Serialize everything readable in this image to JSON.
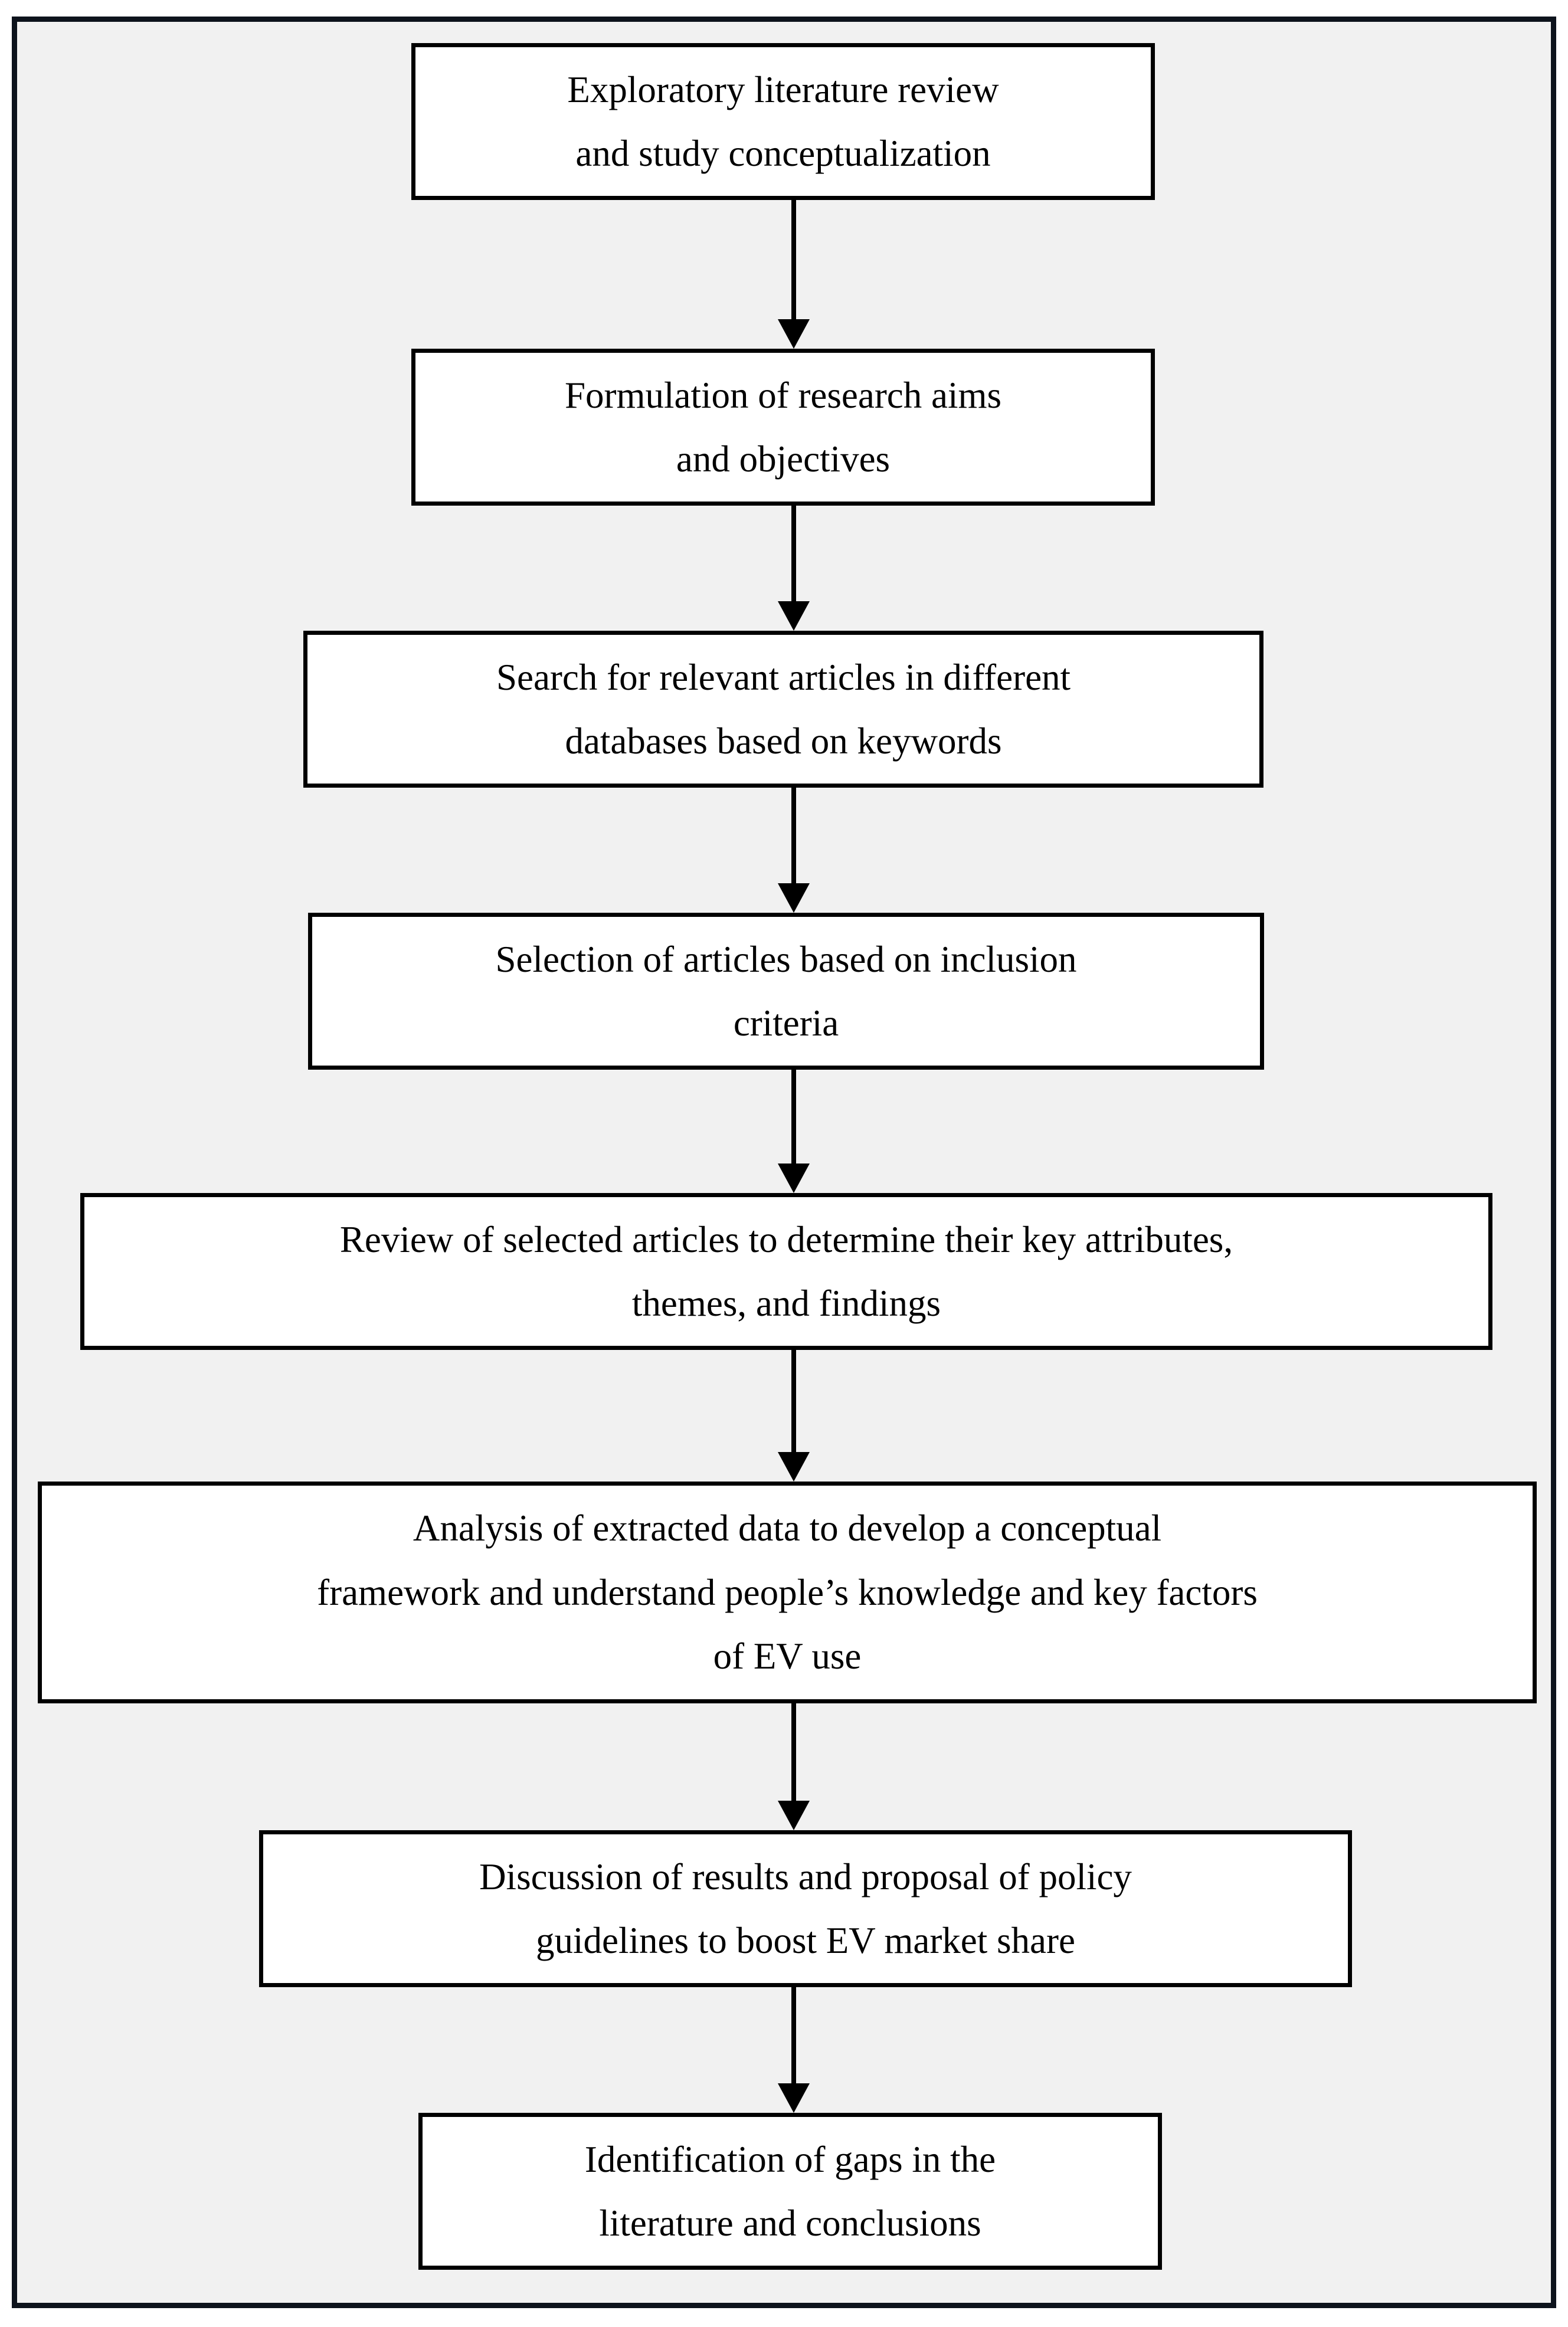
{
  "figure": {
    "type": "flowchart",
    "orientation": "vertical-top-to-bottom",
    "background_color": "#f1f1f1",
    "frame_border_color": "#0d131c",
    "node_border_color": "#000000",
    "node_fill_color": "#ffffff",
    "text_color": "#000000"
  },
  "nodes": [
    {
      "id": "node-1",
      "text": "Exploratory literature review and study conceptualization",
      "line1": "Exploratory literature review",
      "line2": "and study conceptualization"
    },
    {
      "id": "node-2",
      "text": "Formulation of research aims and objectives",
      "line1": "Formulation of research aims",
      "line2": "and objectives"
    },
    {
      "id": "node-3",
      "text": "Search for relevant articles in different databases based on keywords",
      "line1": "Search for relevant articles in different",
      "line2": "databases based on keywords"
    },
    {
      "id": "node-4",
      "text": "Selection of articles based on inclusion criteria",
      "line1": "Selection of articles based on inclusion",
      "line2": "criteria"
    },
    {
      "id": "node-5",
      "text": "Review of selected articles to determine their key attributes, themes, and findings",
      "line1": "Review of selected articles to determine their key attributes,",
      "line2": "themes, and findings"
    },
    {
      "id": "node-6",
      "text": "Analysis of extracted data to develop a conceptual framework and understand people’s knowledge and key factors of EV use",
      "line1": "Analysis of extracted data to develop a conceptual",
      "line2": "framework and understand people’s knowledge and key factors",
      "line3": "of EV use"
    },
    {
      "id": "node-7",
      "text": "Discussion of results and proposal of policy guidelines to boost EV market share",
      "line1": "Discussion of results and proposal of policy",
      "line2": "guidelines to boost EV market share"
    },
    {
      "id": "node-8",
      "text": "Identification of gaps in the literature and conclusions",
      "line1": "Identification of gaps in the",
      "line2": "literature and conclusions"
    }
  ],
  "edges": [
    {
      "id": "edge-1-2",
      "from": "node-1",
      "to": "node-2",
      "marker": "arrow-down"
    },
    {
      "id": "edge-2-3",
      "from": "node-2",
      "to": "node-3",
      "marker": "arrow-down"
    },
    {
      "id": "edge-3-4",
      "from": "node-3",
      "to": "node-4",
      "marker": "arrow-down"
    },
    {
      "id": "edge-4-5",
      "from": "node-4",
      "to": "node-5",
      "marker": "arrow-down"
    },
    {
      "id": "edge-5-6",
      "from": "node-5",
      "to": "node-6",
      "marker": "arrow-down"
    },
    {
      "id": "edge-6-7",
      "from": "node-6",
      "to": "node-7",
      "marker": "arrow-down"
    },
    {
      "id": "edge-7-8",
      "from": "node-7",
      "to": "node-8",
      "marker": "arrow-down"
    }
  ]
}
